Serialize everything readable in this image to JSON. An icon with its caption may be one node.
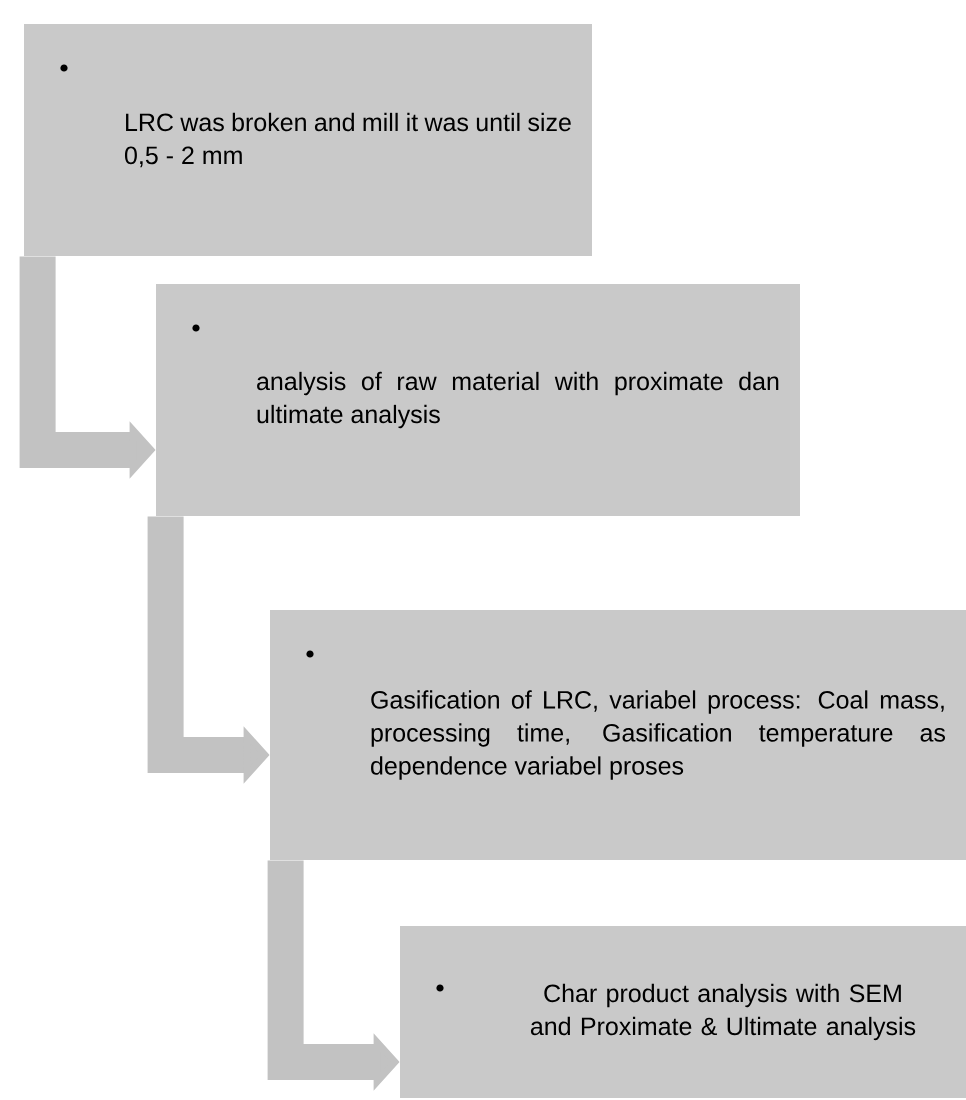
{
  "diagram": {
    "nodes": [
      {
        "text": [
          "LRC was broken and mill it was until size 0,5 - 2 mm"
        ]
      },
      {
        "text": [
          "analysis of raw material with proximate dan ultimate analysis"
        ]
      },
      {
        "text": [
          "Gasification of LRC, variabel process: Coal mass, processing time, Gasification temperature as dependence variabel proses"
        ]
      },
      {
        "text": [
          "Char product analysis with SEM and Proximate & Ultimate analysis"
        ]
      }
    ],
    "edges": [
      {
        "from": 0,
        "to": 1,
        "arrow": "to"
      },
      {
        "from": 1,
        "to": 2,
        "arrow": "to"
      },
      {
        "from": 2,
        "to": 3,
        "arrow": "to"
      }
    ]
  }
}
